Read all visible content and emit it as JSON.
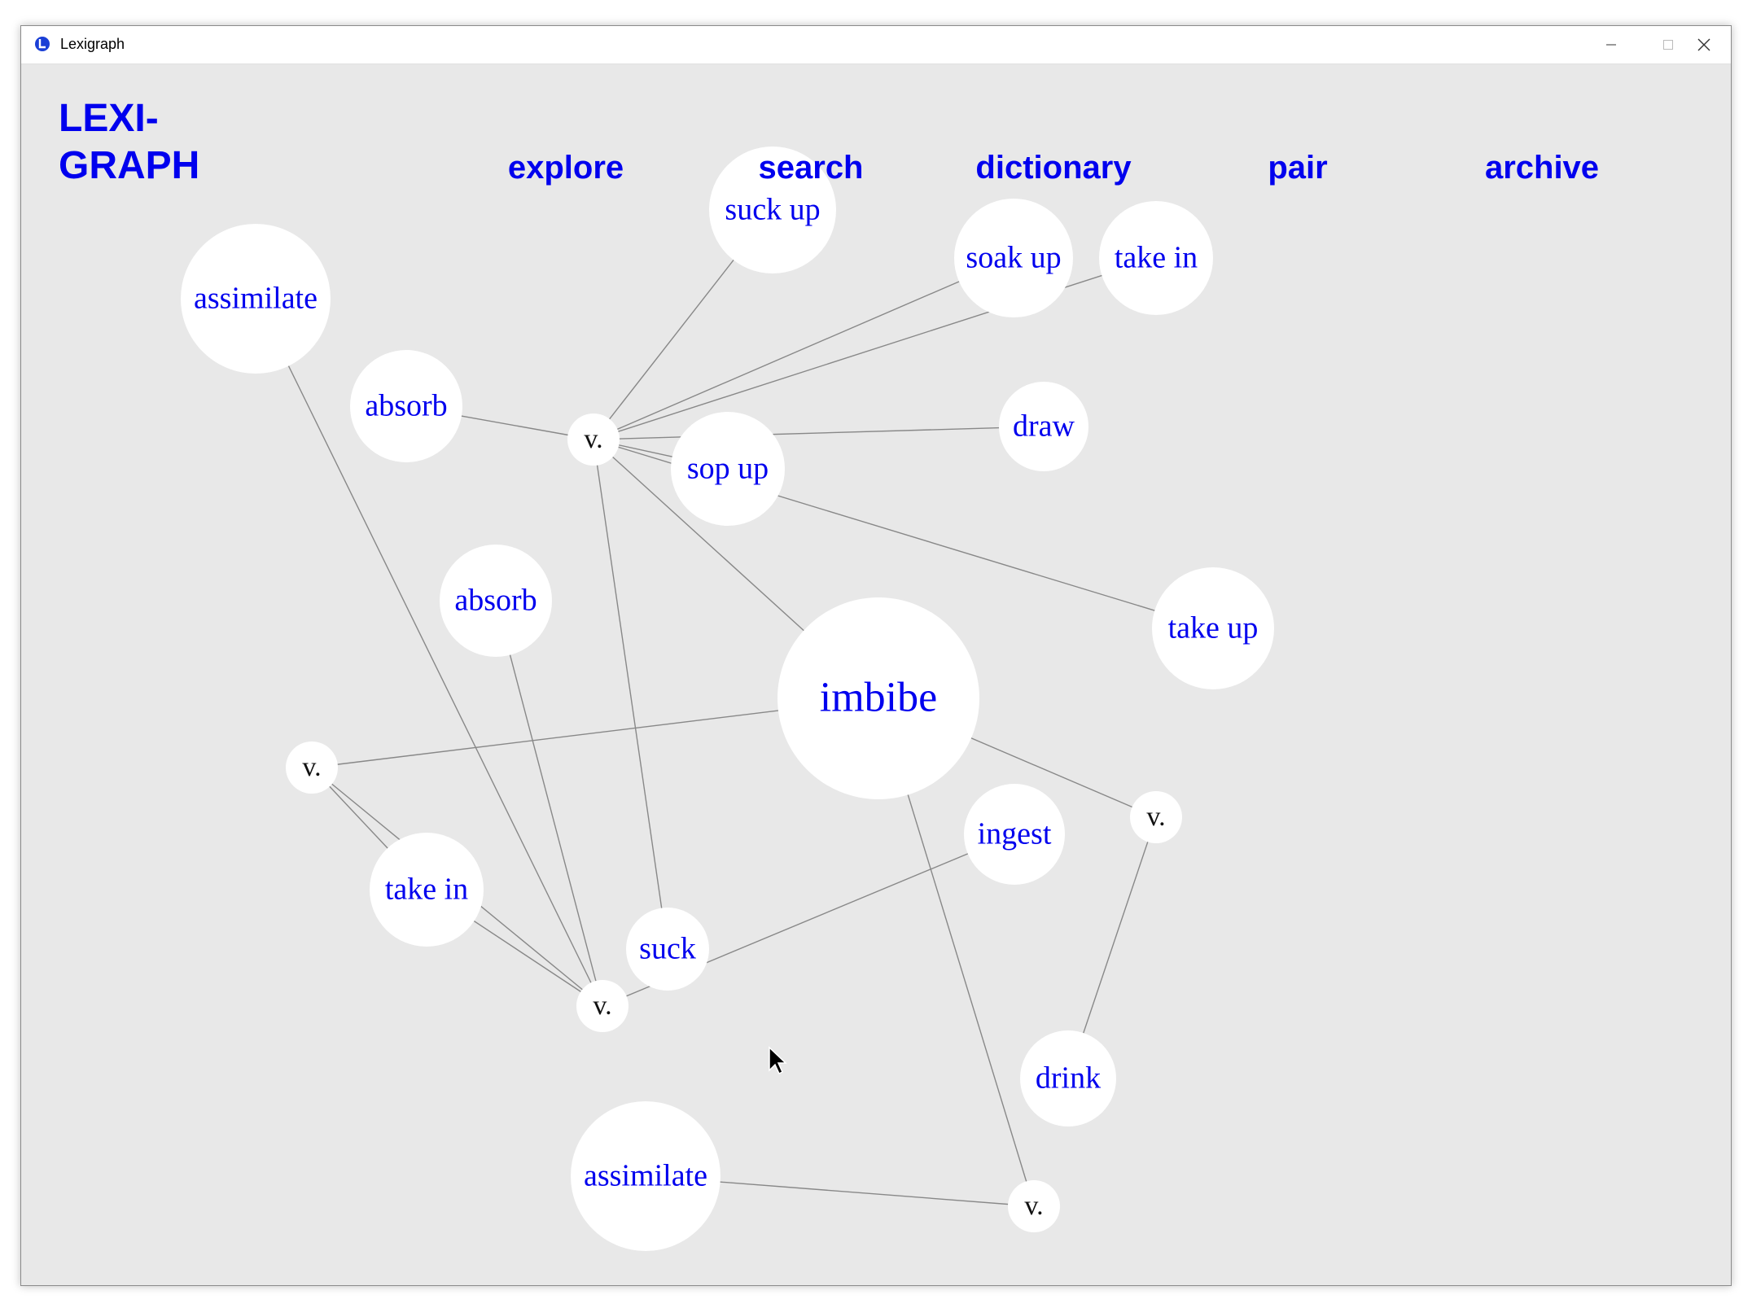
{
  "window": {
    "title": "Lexigraph",
    "controls": {
      "minimize": "minimize-icon",
      "maximize": "maximize-icon",
      "close": "close-icon"
    }
  },
  "app": {
    "logo": {
      "line1": "LEXI-",
      "line2": "GRAPH"
    },
    "nav": [
      {
        "id": "explore",
        "label": "explore"
      },
      {
        "id": "search",
        "label": "search"
      },
      {
        "id": "dictionary",
        "label": "dictionary"
      },
      {
        "id": "pair",
        "label": "pair"
      },
      {
        "id": "archive",
        "label": "archive"
      }
    ],
    "colors": {
      "link": "#0000ee",
      "background": "#e8e8e8",
      "node": "#ffffff",
      "edge": "#888888"
    }
  },
  "graph": {
    "nodes": [
      {
        "id": "imbibe",
        "label": "imbibe",
        "kind": "center"
      },
      {
        "id": "v1",
        "label": "v.",
        "kind": "pos"
      },
      {
        "id": "v2",
        "label": "v.",
        "kind": "pos"
      },
      {
        "id": "v3",
        "label": "v.",
        "kind": "pos"
      },
      {
        "id": "v4",
        "label": "v.",
        "kind": "pos"
      },
      {
        "id": "v5",
        "label": "v.",
        "kind": "pos"
      },
      {
        "id": "suck-up",
        "label": "suck up",
        "kind": "word"
      },
      {
        "id": "soak-up",
        "label": "soak up",
        "kind": "word"
      },
      {
        "id": "take-in-1",
        "label": "take in",
        "kind": "word"
      },
      {
        "id": "assimilate-1",
        "label": "assimilate",
        "kind": "word"
      },
      {
        "id": "absorb-1",
        "label": "absorb",
        "kind": "word"
      },
      {
        "id": "draw",
        "label": "draw",
        "kind": "word"
      },
      {
        "id": "sop-up",
        "label": "sop up",
        "kind": "word"
      },
      {
        "id": "absorb-2",
        "label": "absorb",
        "kind": "word"
      },
      {
        "id": "take-up",
        "label": "take up",
        "kind": "word"
      },
      {
        "id": "take-in-2",
        "label": "take in",
        "kind": "word"
      },
      {
        "id": "ingest",
        "label": "ingest",
        "kind": "word"
      },
      {
        "id": "suck",
        "label": "suck",
        "kind": "word"
      },
      {
        "id": "drink",
        "label": "drink",
        "kind": "word"
      },
      {
        "id": "assimilate-2",
        "label": "assimilate",
        "kind": "word"
      }
    ],
    "edges": [
      [
        "imbibe",
        "v1"
      ],
      [
        "imbibe",
        "v2"
      ],
      [
        "imbibe",
        "v4"
      ],
      [
        "imbibe",
        "v5"
      ],
      [
        "v1",
        "suck-up"
      ],
      [
        "v1",
        "soak-up"
      ],
      [
        "v1",
        "take-in-1"
      ],
      [
        "v1",
        "absorb-1"
      ],
      [
        "v1",
        "draw"
      ],
      [
        "v1",
        "sop-up"
      ],
      [
        "v1",
        "take-up"
      ],
      [
        "v1",
        "suck"
      ],
      [
        "v2",
        "v3"
      ],
      [
        "v2",
        "take-in-2"
      ],
      [
        "v3",
        "assimilate-1"
      ],
      [
        "v3",
        "absorb-2"
      ],
      [
        "v3",
        "take-in-2"
      ],
      [
        "v3",
        "ingest"
      ],
      [
        "v4",
        "drink"
      ],
      [
        "v5",
        "assimilate-2"
      ]
    ]
  }
}
